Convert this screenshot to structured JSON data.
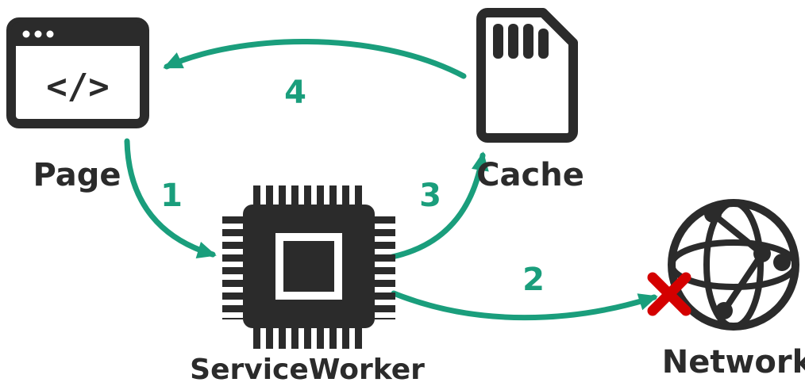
{
  "nodes": {
    "page": {
      "label": "Page",
      "icon": "browser-window-icon",
      "glyph": "</>"
    },
    "service_worker": {
      "label": "ServiceWorker",
      "icon": "cpu-chip-icon"
    },
    "cache": {
      "label": "Cache",
      "icon": "sd-card-icon"
    },
    "network": {
      "label": "Network",
      "icon": "globe-icon",
      "blocked": true
    }
  },
  "steps": [
    {
      "number": "1",
      "from": "page",
      "to": "service_worker"
    },
    {
      "number": "2",
      "from": "service_worker",
      "to": "network"
    },
    {
      "number": "3",
      "from": "service_worker",
      "to": "cache"
    },
    {
      "number": "4",
      "from": "cache",
      "to": "page"
    }
  ],
  "colors": {
    "ink": "#2b2b2b",
    "accent": "#1a9e7c",
    "error": "#d40000",
    "background": "#ffffff"
  }
}
